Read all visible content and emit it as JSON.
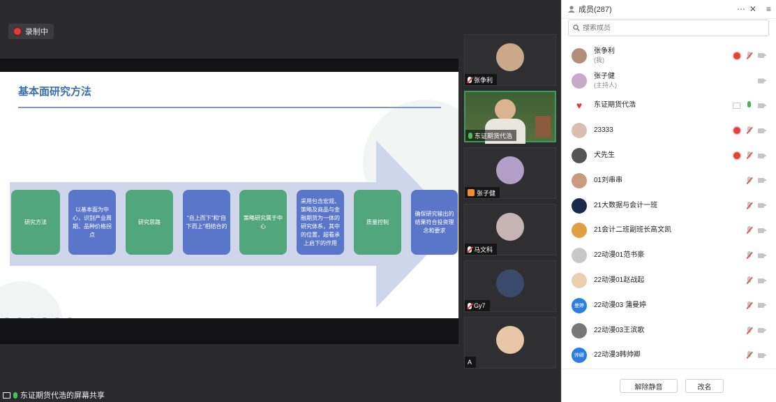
{
  "recording": {
    "label": "录制中"
  },
  "slide": {
    "title": "基本面研究方法",
    "steps": [
      {
        "label": "研究方法",
        "color": "green"
      },
      {
        "label": "以基本面为中心，识别产业周期、品种价格拐点",
        "color": "blue"
      },
      {
        "label": "研究思路",
        "color": "green"
      },
      {
        "label": "“自上而下”和“自下而上”相结合的",
        "color": "blue"
      },
      {
        "label": "策略研究属于中心",
        "color": "green"
      },
      {
        "label": "采用包含宏观、策略及商品与金融期货为一体的研究体系，其中的位置，超看承上启下的作用",
        "color": "blue"
      },
      {
        "label": "质量控制",
        "color": "green"
      },
      {
        "label": "确保研究输出的结果符合投资理念和要求",
        "color": "blue"
      }
    ]
  },
  "share_label": "东证期货代浩的屏幕共享",
  "video_tiles": [
    {
      "name": "张争利",
      "mic": "off"
    },
    {
      "name": "东证期货代浩",
      "mic": "on"
    },
    {
      "name": "张子健",
      "mic": "none"
    },
    {
      "name": "马文科",
      "mic": "off"
    },
    {
      "name": "Gy7",
      "mic": "off"
    },
    {
      "name": "A",
      "mic": "none"
    }
  ],
  "panel": {
    "title": "成员(287)",
    "search_placeholder": "搜索成员",
    "members": [
      {
        "name": "张争利",
        "sub": "(我)",
        "avatar": "photo",
        "rec": true,
        "mic": "off",
        "cam": true
      },
      {
        "name": "张子健",
        "sub": "(主持人)",
        "avatar": "photo",
        "rec": false,
        "mic": "none",
        "cam": true
      },
      {
        "name": "东证期货代浩",
        "sub": "",
        "avatar": "heart",
        "rec": false,
        "mic": "on",
        "cam": true,
        "screen": true
      },
      {
        "name": "23333",
        "sub": "",
        "avatar": "photo",
        "rec": true,
        "mic": "off",
        "cam": true
      },
      {
        "name": "犬先生",
        "sub": "",
        "avatar": "photo",
        "rec": true,
        "mic": "off",
        "cam": true
      },
      {
        "name": "01刘串串",
        "sub": "",
        "avatar": "photo",
        "rec": false,
        "mic": "off",
        "cam": true
      },
      {
        "name": "21大数据与会计一班",
        "sub": "",
        "avatar": "photo",
        "rec": false,
        "mic": "off",
        "cam": true
      },
      {
        "name": "21会计二班副班长高文凯",
        "sub": "",
        "avatar": "photo",
        "rec": false,
        "mic": "off",
        "cam": true
      },
      {
        "name": "22动漫01范书豪",
        "sub": "",
        "avatar": "photo",
        "rec": false,
        "mic": "off",
        "cam": true
      },
      {
        "name": "22动漫01赵战起",
        "sub": "",
        "avatar": "photo",
        "rec": false,
        "mic": "off",
        "cam": true
      },
      {
        "name": "22动漫03 蒲曼婷",
        "sub": "",
        "avatar": "text",
        "avatar_text": "曼婷",
        "rec": false,
        "mic": "off",
        "cam": true
      },
      {
        "name": "22动漫03王滨歌",
        "sub": "",
        "avatar": "photo",
        "rec": false,
        "mic": "off",
        "cam": true
      },
      {
        "name": "22动漫3韩帅卿",
        "sub": "",
        "avatar": "text",
        "avatar_text": "帅卿",
        "rec": false,
        "mic": "off",
        "cam": true
      }
    ],
    "buttons": {
      "unmute_all": "解除静音",
      "rename": "改名"
    }
  },
  "colors": {
    "accent_green": "#52a67c",
    "accent_blue": "#5a76c9",
    "record_red": "#e04141",
    "mic_on": "#3fb653",
    "panel_avatar_blue": "#2a7de1"
  }
}
